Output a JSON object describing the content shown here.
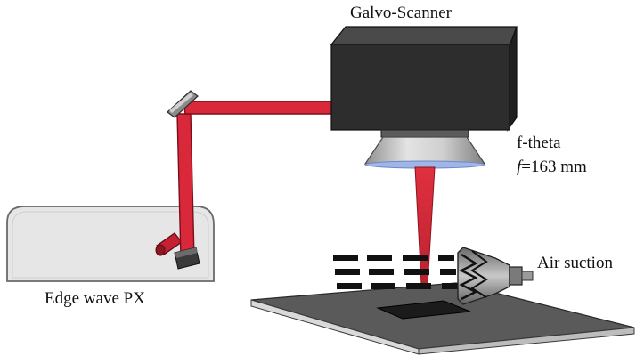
{
  "labels": {
    "scanner": "Galvo-Scanner",
    "lens_name": "f-theta",
    "lens_focal_symbol": "f",
    "lens_focal_value": "=163 mm",
    "suction": "Air suction",
    "laser": "Edge wave PX"
  },
  "colors": {
    "beam": "#d8283a",
    "beam_edge": "#7a0f1a",
    "scanner_body": "#2d2d2d",
    "lens": "#c9c9c9",
    "laser_housing": "#e6e6e6",
    "stage_top": "#5a5a5a",
    "stage_side": "#d9d9d9"
  }
}
